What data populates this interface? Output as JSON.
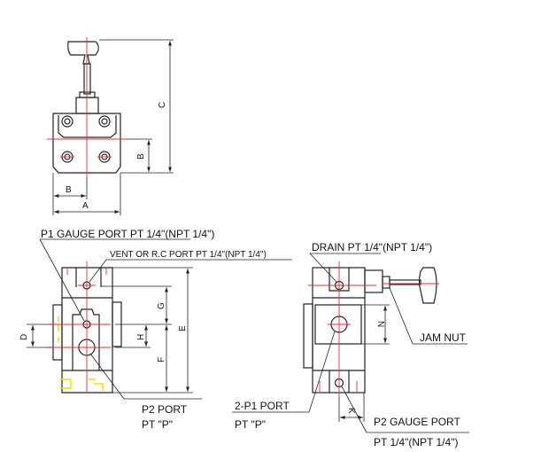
{
  "labels": {
    "p1_gauge_port": "P1 GAUGE PORT   PT 1/4\"(NPT 1/4\")",
    "vent_port": "VENT OR R.C PORT   PT 1/4\"(NPT 1/4\")",
    "p2_port": "P2 PORT",
    "p2_port_spec": "PT \"P\"",
    "drain": "DRAIN PT 1/4\"(NPT 1/4\")",
    "jam_nut": "JAM NUT",
    "p1_port": "2-P1 PORT",
    "p1_port_spec": "PT \"P\"",
    "p2_gauge_port": "P2 GAUGE PORT",
    "p2_gauge_spec": "PT 1/4\"(NPT 1/4\")"
  },
  "dims": {
    "A": "A",
    "B": "B",
    "C": "C",
    "D": "D",
    "E": "E",
    "F": "F",
    "G": "G",
    "H": "H",
    "N": "N",
    "K": "K"
  }
}
